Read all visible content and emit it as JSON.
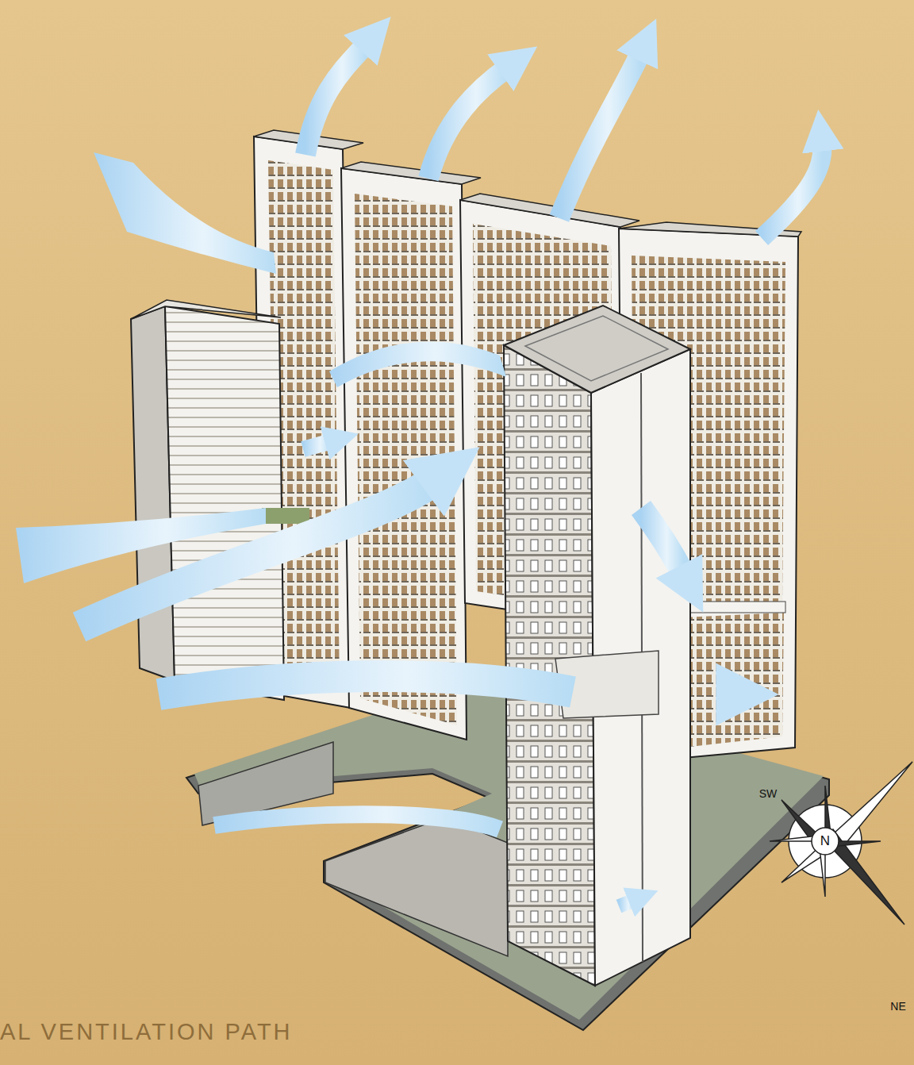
{
  "diagram": {
    "title": "AL VENTILATION PATH",
    "labels": [
      "SW",
      "N",
      "NE"
    ]
  }
}
